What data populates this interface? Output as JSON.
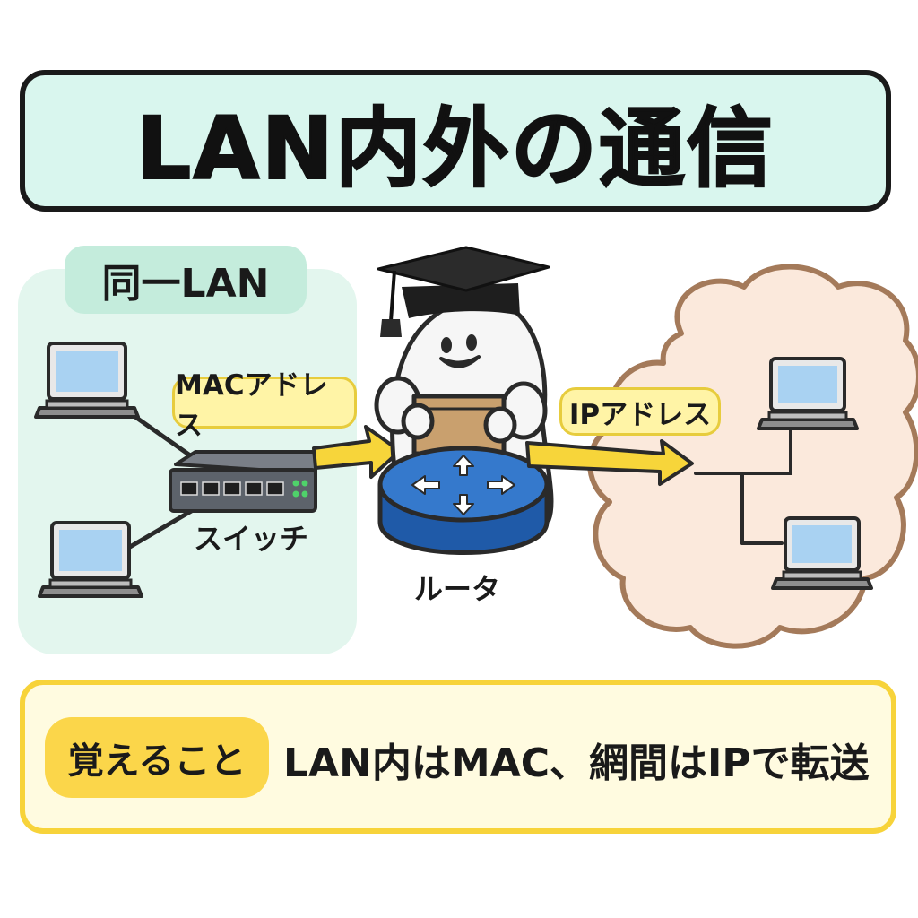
{
  "title": "LAN内外の通信",
  "lan": {
    "label": "同一LAN"
  },
  "labels": {
    "mac": "MACアドレス",
    "ip": "IPアドレス",
    "switch": "スイッチ",
    "router": "ルータ"
  },
  "summary": {
    "badge": "覚えること",
    "text": "LAN内はMAC、網間はIPで転送"
  },
  "colors": {
    "title_bg": "#d9f6ee",
    "lan_bg": "#e3f6ee",
    "cloud_bg": "#fbe9dc",
    "cloud_border": "#a47a5a",
    "arrow": "#f7d53a",
    "router": "#2f6cc0",
    "screen": "#a9d2f2",
    "summary_bg": "#fffbe0",
    "badge_bg": "#fbd64a"
  },
  "icons": [
    "laptop-icon",
    "switch-icon",
    "router-icon",
    "mascot-icon",
    "graduation-cap-icon",
    "package-icon",
    "cloud-icon",
    "arrow-icon"
  ]
}
